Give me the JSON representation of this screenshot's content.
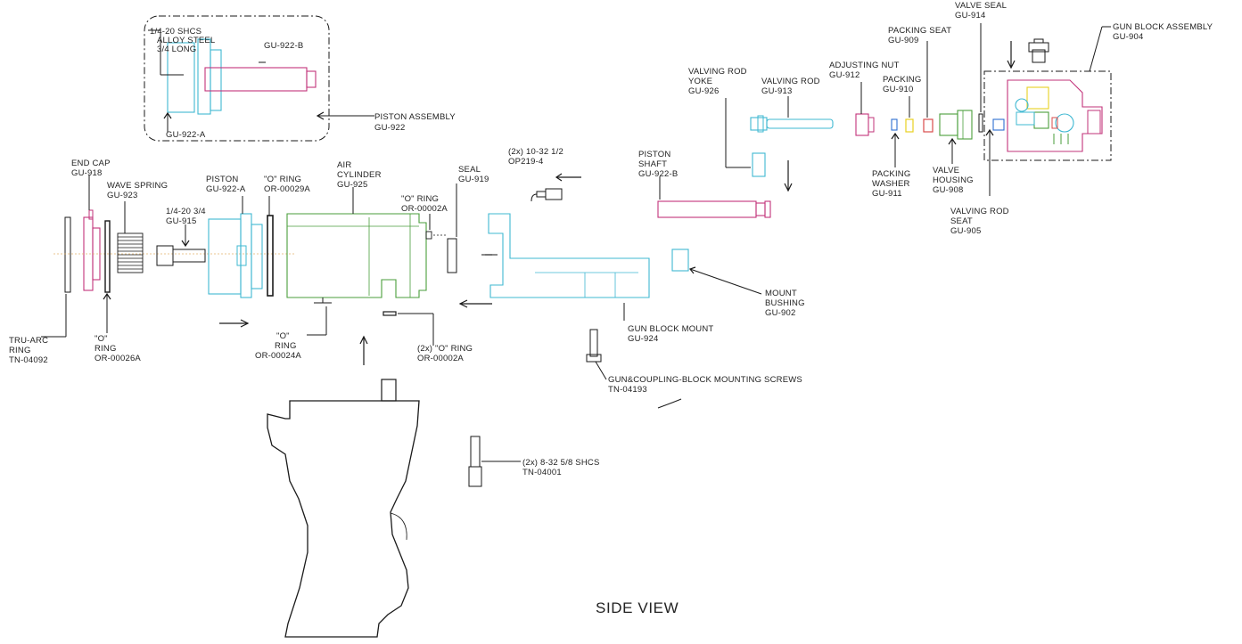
{
  "colors": {
    "cyan": "#3fb8d2",
    "magenta": "#c2337a",
    "green": "#4a9e3b",
    "yellow": "#e8d020",
    "red": "#d94b4b",
    "orange": "#e58a2a",
    "blue": "#2f6fd0",
    "ink": "#1a1a1a"
  },
  "view_title": "SIDE VIEW",
  "piston_assembly_detail": {
    "screw_name_1": "1/4-20 SHCS",
    "screw_name_2": "ALLOY STEEL",
    "screw_name_3": "3/4 LONG",
    "shaft_code": "GU-922-B",
    "piston_code": "GU-922-A",
    "assembly_name": "PISTON ASSEMBLY",
    "assembly_code": "GU-922"
  },
  "labels": {
    "end_cap_name": "END CAP",
    "end_cap_code": "GU-918",
    "wave_spring_name": "WAVE SPRING",
    "wave_spring_code": "GU-923",
    "screw_915_name_1": "1/4-20 3/4",
    "screw_915_code": "GU-915",
    "piston_name": "PISTON",
    "piston_code": "GU-922-A",
    "oring_29_name": "\"O\" RING",
    "oring_29_code": "OR-00029A",
    "air_cyl_name_1": "AIR",
    "air_cyl_name_2": "CYLINDER",
    "air_cyl_code": "GU-925",
    "oring_02_name": "\"O\" RING",
    "oring_02_code": "OR-00002A",
    "seal_name": "SEAL",
    "seal_code": "GU-919",
    "op219_name": "(2x) 10-32 1/2",
    "op219_code": "OP219-4",
    "tru_arc_name_1": "TRU-ARC",
    "tru_arc_name_2": "RING",
    "tru_arc_code": "TN-04092",
    "oring_26_name_1": "\"O\"",
    "oring_26_name_2": "RING",
    "oring_26_code": "OR-00026A",
    "oring_24_name_1": "\"O\"",
    "oring_24_name_2": "RING",
    "oring_24_code": "OR-00024A",
    "oring_02b_name": "(2x) \"O\" RING",
    "oring_02b_code": "OR-00002A",
    "piston_shaft_name_1": "PISTON",
    "piston_shaft_name_2": "SHAFT",
    "piston_shaft_code": "GU-922-B",
    "yoke_name_1": "VALVING ROD",
    "yoke_name_2": "YOKE",
    "yoke_code": "GU-926",
    "valving_rod_name": "VALVING ROD",
    "valving_rod_code": "GU-913",
    "adj_nut_name": "ADJUSTING NUT",
    "adj_nut_code": "GU-912",
    "packing_name": "PACKING",
    "packing_code": "GU-910",
    "packing_seat_name": "PACKING SEAT",
    "packing_seat_code": "GU-909",
    "valve_seal_name": "VALVE SEAL",
    "valve_seal_code": "GU-914",
    "gun_block_asm_name": "GUN BLOCK ASSEMBLY",
    "gun_block_asm_code": "GU-904",
    "packing_washer_name_1": "PACKING",
    "packing_washer_name_2": "WASHER",
    "packing_washer_code": "GU-911",
    "valve_housing_name_1": "VALVE",
    "valve_housing_name_2": "HOUSING",
    "valve_housing_code": "GU-908",
    "rod_seat_name_1": "VALVING ROD",
    "rod_seat_name_2": "SEAT",
    "rod_seat_code": "GU-905",
    "mount_bushing_name_1": "MOUNT",
    "mount_bushing_name_2": "BUSHING",
    "mount_bushing_code": "GU-902",
    "gun_block_mount_name": "GUN BLOCK MOUNT",
    "gun_block_mount_code": "GU-924",
    "mount_screws_name": "GUN&COUPLING-BLOCK MOUNTING SCREWS",
    "mount_screws_code": "TN-04193",
    "shcs_name": "(2x) 8-32 5/8 SHCS",
    "shcs_code": "TN-04001"
  }
}
